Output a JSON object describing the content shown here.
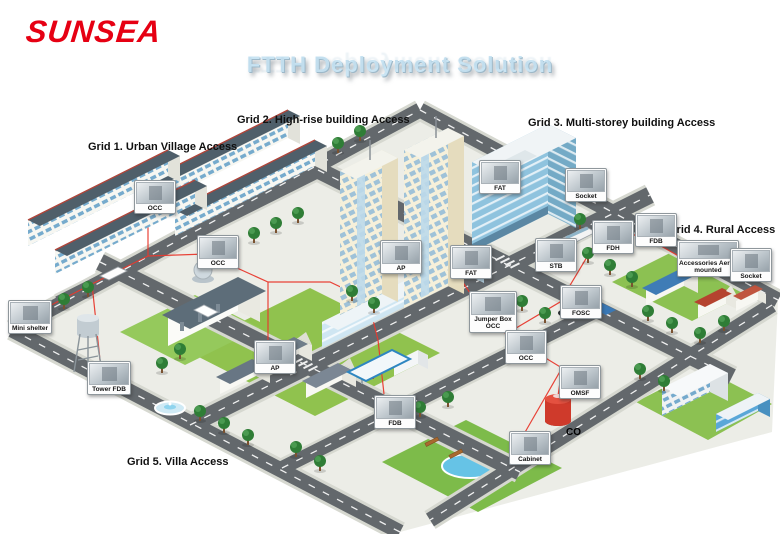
{
  "logo": {
    "text": "SUNSEA"
  },
  "title": "FTTH Deployment Solution",
  "grid_labels": [
    "Grid 1. Urban Village Access",
    "Grid 2. High-rise building Access",
    "Grid 3. Multi-storey building Access",
    "Grid 4. Rural Access",
    "Grid 5. Villa Access"
  ],
  "callouts": [
    {
      "id": "occ-1",
      "label": "OCC"
    },
    {
      "id": "occ-2",
      "label": "OCC"
    },
    {
      "id": "mini-shelter",
      "label": "Mini shelter"
    },
    {
      "id": "tower-fdb",
      "label": "Tower FDB"
    },
    {
      "id": "ap-villa",
      "label": "AP"
    },
    {
      "id": "fdb-villa",
      "label": "FDB"
    },
    {
      "id": "ap-highrise",
      "label": "AP"
    },
    {
      "id": "fat-center",
      "label": "FAT"
    },
    {
      "id": "jumper-box-occ",
      "label": "Jumper Box OCC"
    },
    {
      "id": "occ-3",
      "label": "OCC"
    },
    {
      "id": "fosc",
      "label": "FOSC"
    },
    {
      "id": "stb",
      "label": "STB"
    },
    {
      "id": "fdh",
      "label": "FDH"
    },
    {
      "id": "fat-multistorey",
      "label": "FAT"
    },
    {
      "id": "socket-multistorey",
      "label": "Socket"
    },
    {
      "id": "fdb-rural",
      "label": "FDB"
    },
    {
      "id": "accessories-aerial",
      "label": "Accessories Aerial mounted"
    },
    {
      "id": "socket-rural",
      "label": "Socket"
    },
    {
      "id": "omsf",
      "label": "OMSF"
    },
    {
      "id": "cabinet",
      "label": "Cabinet"
    }
  ],
  "co_label": "CO",
  "colors": {
    "brand_red": "#e60013",
    "title_blue": "#c9e4f3",
    "road_gray": "#63686c",
    "grass_green": "#8cc152",
    "fiber_red": "#e8392e"
  }
}
